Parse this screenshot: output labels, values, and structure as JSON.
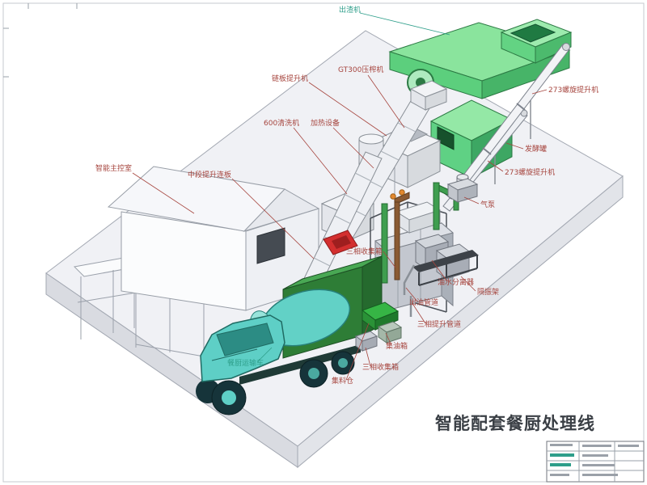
{
  "sheet": {
    "title": "智能配套餐厨处理线",
    "title_color": "#3a3f45"
  },
  "colors": {
    "label_red": "#a6453e",
    "label_teal": "#2e9e8a",
    "machine_green_light": "#8ae49d",
    "machine_green_dark": "#3da763",
    "truck_teal": "#5ecfc6",
    "container_green": "#2e7d36",
    "red_chute": "#d32f2f",
    "pipe_green": "#3f9e4f",
    "platform_gray": "#f0f1f5"
  },
  "labels": [
    {
      "id": "slag-machine",
      "text": "出渣机",
      "color": "#2e9e8a"
    },
    {
      "id": "chain-plate-elevator",
      "text": "链板提升机",
      "color": "#a6453e"
    },
    {
      "id": "gt300-press",
      "text": "GT300压榨机",
      "color": "#a6453e"
    },
    {
      "id": "screw-elevator-upper",
      "text": "273螺旋提升机",
      "color": "#a6453e"
    },
    {
      "id": "washer-600",
      "text": "600清洗机",
      "color": "#a6453e"
    },
    {
      "id": "heater",
      "text": "加热设备",
      "color": "#a6453e"
    },
    {
      "id": "fermentation-tank",
      "text": "发酵罐",
      "color": "#a6453e"
    },
    {
      "id": "screw-elevator-lower",
      "text": "273螺旋提升机",
      "color": "#a6453e"
    },
    {
      "id": "control-room",
      "text": "智能主控室",
      "color": "#a6453e"
    },
    {
      "id": "mid-lift-conveyor",
      "text": "中段提升连板",
      "color": "#a6453e"
    },
    {
      "id": "air-pump",
      "text": "气泵",
      "color": "#a6453e"
    },
    {
      "id": "three-phase-collector-upper",
      "text": "三相收集箱",
      "color": "#a6453e"
    },
    {
      "id": "oil-water-separator",
      "text": "油水分离器",
      "color": "#a6453e"
    },
    {
      "id": "vibration-frame",
      "text": "隔振架",
      "color": "#a6453e"
    },
    {
      "id": "oil-outlet-pipe",
      "text": "出油管道",
      "color": "#a6453e"
    },
    {
      "id": "three-phase-lift-pipe",
      "text": "三相提升管道",
      "color": "#a6453e"
    },
    {
      "id": "oil-collection-tank",
      "text": "集油箱",
      "color": "#a6453e"
    },
    {
      "id": "three-phase-collector-lower",
      "text": "三相收集箱",
      "color": "#a6453e"
    },
    {
      "id": "material-hopper",
      "text": "集料仓",
      "color": "#a6453e"
    },
    {
      "id": "waste-truck",
      "text": "餐厨运输车",
      "color": "#2e9e8a"
    }
  ]
}
